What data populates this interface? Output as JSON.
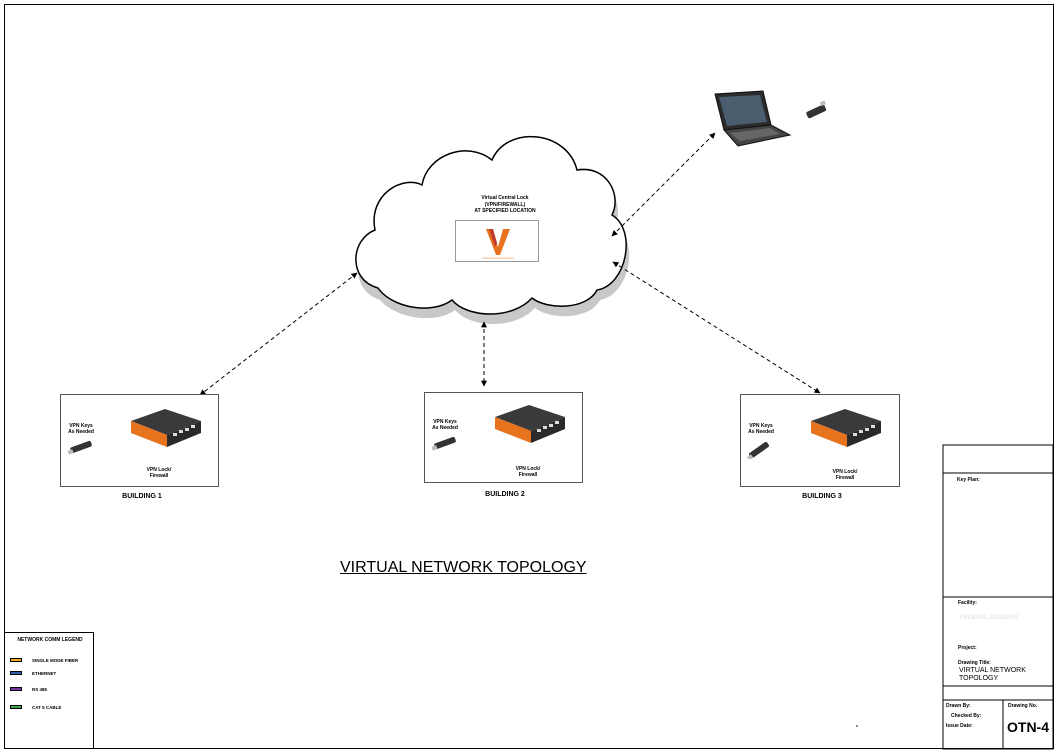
{
  "cloud": {
    "label_line1": "Virtual Central Lock",
    "label_line2": "(VPN/FIREWALL)",
    "label_line3": "AT SPECIFIED LOCATION"
  },
  "buildings": [
    {
      "name": "BUILDING 1",
      "keys_line1": "VPN Keys",
      "keys_line2": "As Needed",
      "lock_line1": "VPN Lock/",
      "lock_line2": "Firewall"
    },
    {
      "name": "BUILDING 2",
      "keys_line1": "VPN Keys",
      "keys_line2": "As Needed",
      "lock_line1": "VPN Lock/",
      "lock_line2": "Firewall"
    },
    {
      "name": "BUILDING 3",
      "keys_line1": "VPN Keys",
      "keys_line2": "As Needed",
      "lock_line1": "VPN Lock/",
      "lock_line2": "Firewall"
    }
  ],
  "diagram_title": "VIRTUAL NETWORK TOPOLOGY",
  "legend": {
    "title": "NETWORK COMM  LEGEND",
    "items": [
      {
        "label": "SINGLE MODE FIBER",
        "color": "#f5a623"
      },
      {
        "label": "ETHERNET",
        "color": "#2f5fb0"
      },
      {
        "label": "RS 485",
        "color": "#7b2fa0"
      },
      {
        "label": "CAT 5 CABLE",
        "color": "#3aa84a"
      }
    ]
  },
  "title_block": {
    "key_plan_label": "Key Plan:",
    "facility_label": "Facility:",
    "facility_value": "FEDERAL RESERVE",
    "project_label": "Project:",
    "drawing_title_label": "Drawing Title:",
    "drawing_title_line1": "VIRTUAL  NETWORK",
    "drawing_title_line2": "TOPOLOGY",
    "drawn_by_label": "Drawn By:",
    "checked_by_label": "Checked By:",
    "issue_date_label": "Issue Date:",
    "drawing_no_label": "Drawing No.",
    "drawing_no_value": "OTN-4"
  },
  "colors": {
    "device_orange": "#e8731f",
    "device_body": "#3a3a3a",
    "cloud_shadow": "#c8c8c8"
  }
}
